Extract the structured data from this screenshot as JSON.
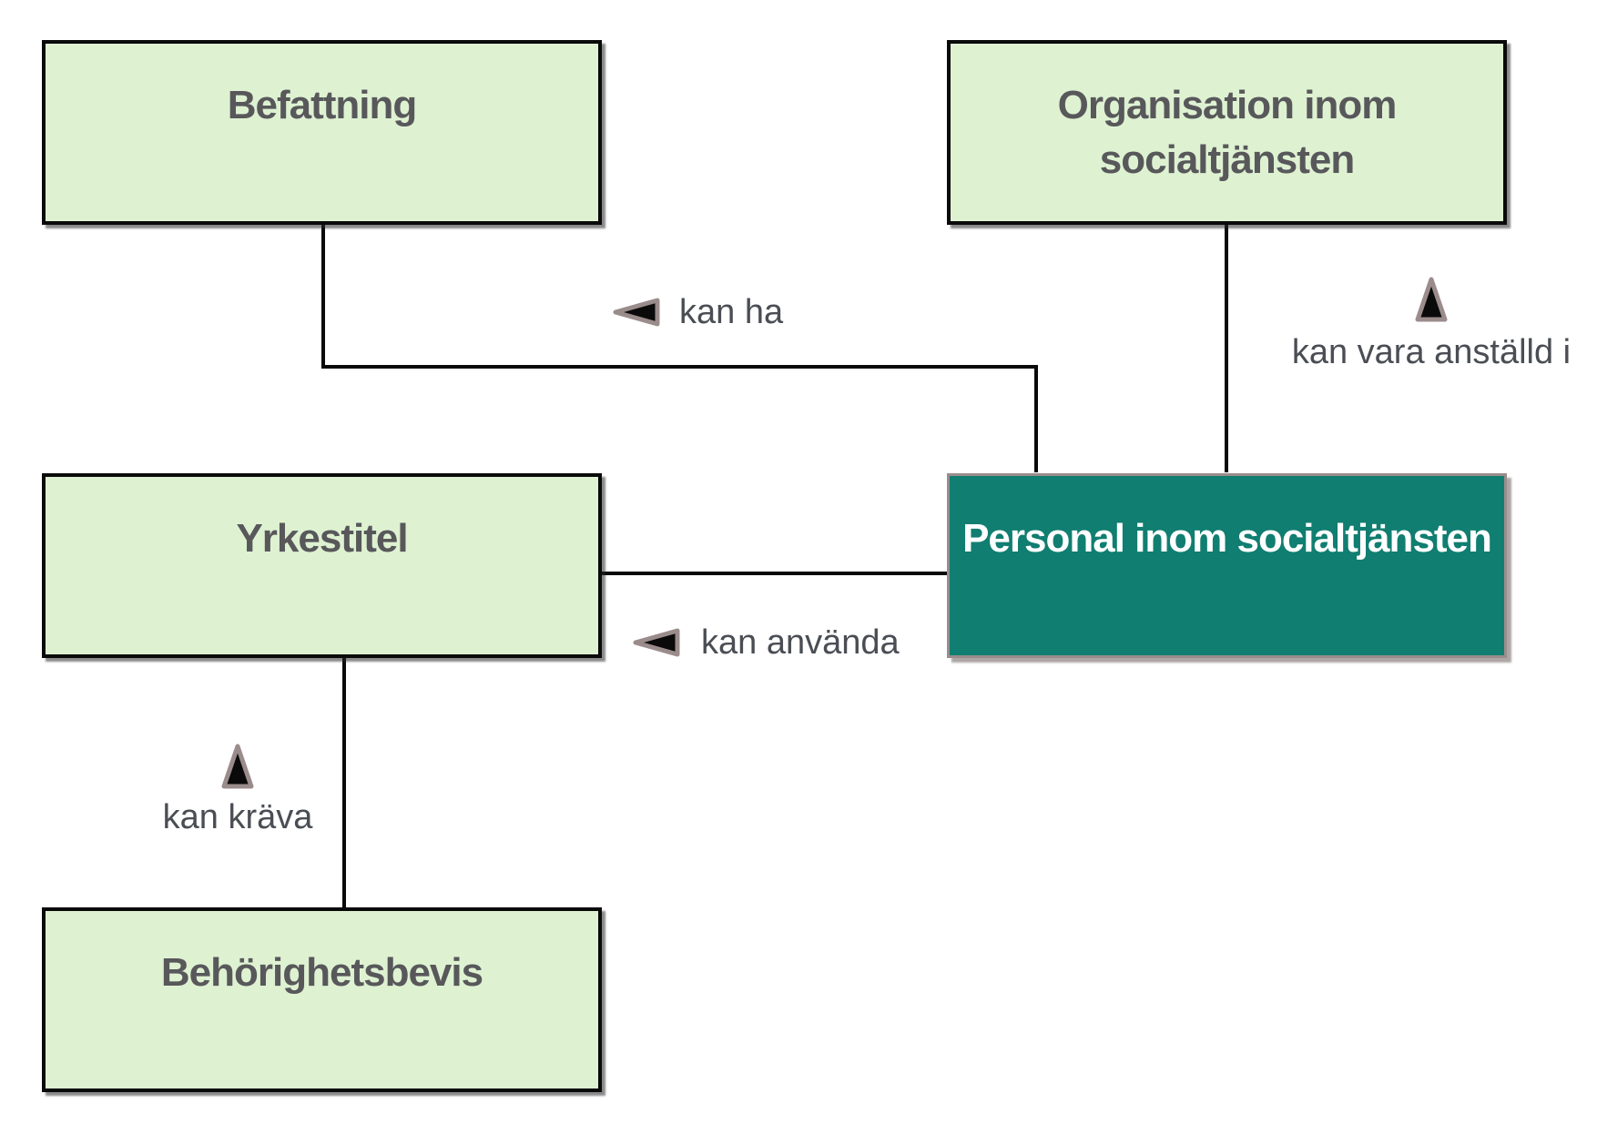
{
  "diagram": {
    "type": "concept-relation-diagram",
    "language": "sv",
    "nodes": [
      {
        "id": "befattning",
        "label": "Befattning",
        "lines": [
          "Befattning"
        ],
        "variant": "green"
      },
      {
        "id": "organisation",
        "label": "Organisation inom socialtjänsten",
        "lines": [
          "Organisation inom",
          "socialtjänsten"
        ],
        "variant": "green"
      },
      {
        "id": "yrkestitel",
        "label": "Yrkestitel",
        "lines": [
          "Yrkestitel"
        ],
        "variant": "green"
      },
      {
        "id": "personal",
        "label": "Personal inom socialtjänsten",
        "lines": [
          "Personal inom socialtjänsten"
        ],
        "variant": "teal"
      },
      {
        "id": "behorighetsbevis",
        "label": "Behörighetsbevis",
        "lines": [
          "Behörighetsbevis"
        ],
        "variant": "green"
      }
    ],
    "relations": [
      {
        "id": "kan-ha",
        "label": "kan ha",
        "arrow_direction": "left",
        "from": "personal",
        "to": "befattning"
      },
      {
        "id": "kan-vara-anstalld-i",
        "label": "kan vara anställd i",
        "arrow_direction": "up",
        "from": "personal",
        "to": "organisation"
      },
      {
        "id": "kan-anvanda",
        "label": "kan använda",
        "arrow_direction": "left",
        "from": "personal",
        "to": "yrkestitel"
      },
      {
        "id": "kan-krava",
        "label": "kan kräva",
        "arrow_direction": "up",
        "from": "yrkestitel",
        "to": "behorighetsbevis"
      }
    ],
    "colors": {
      "background": "#ffffff",
      "node_fill_green": "#def2d2",
      "node_border_green": "#0a0a0a",
      "node_text_green": "#58585b",
      "node_fill_teal": "#107e71",
      "node_border_teal": "#9b8c8c",
      "node_text_teal": "#ffffff",
      "relation_text": "#4a4e54",
      "connector_line": "#0a0a0a",
      "arrow_fill": "#0a0a0a",
      "arrow_stroke": "#9b8c8c"
    }
  }
}
